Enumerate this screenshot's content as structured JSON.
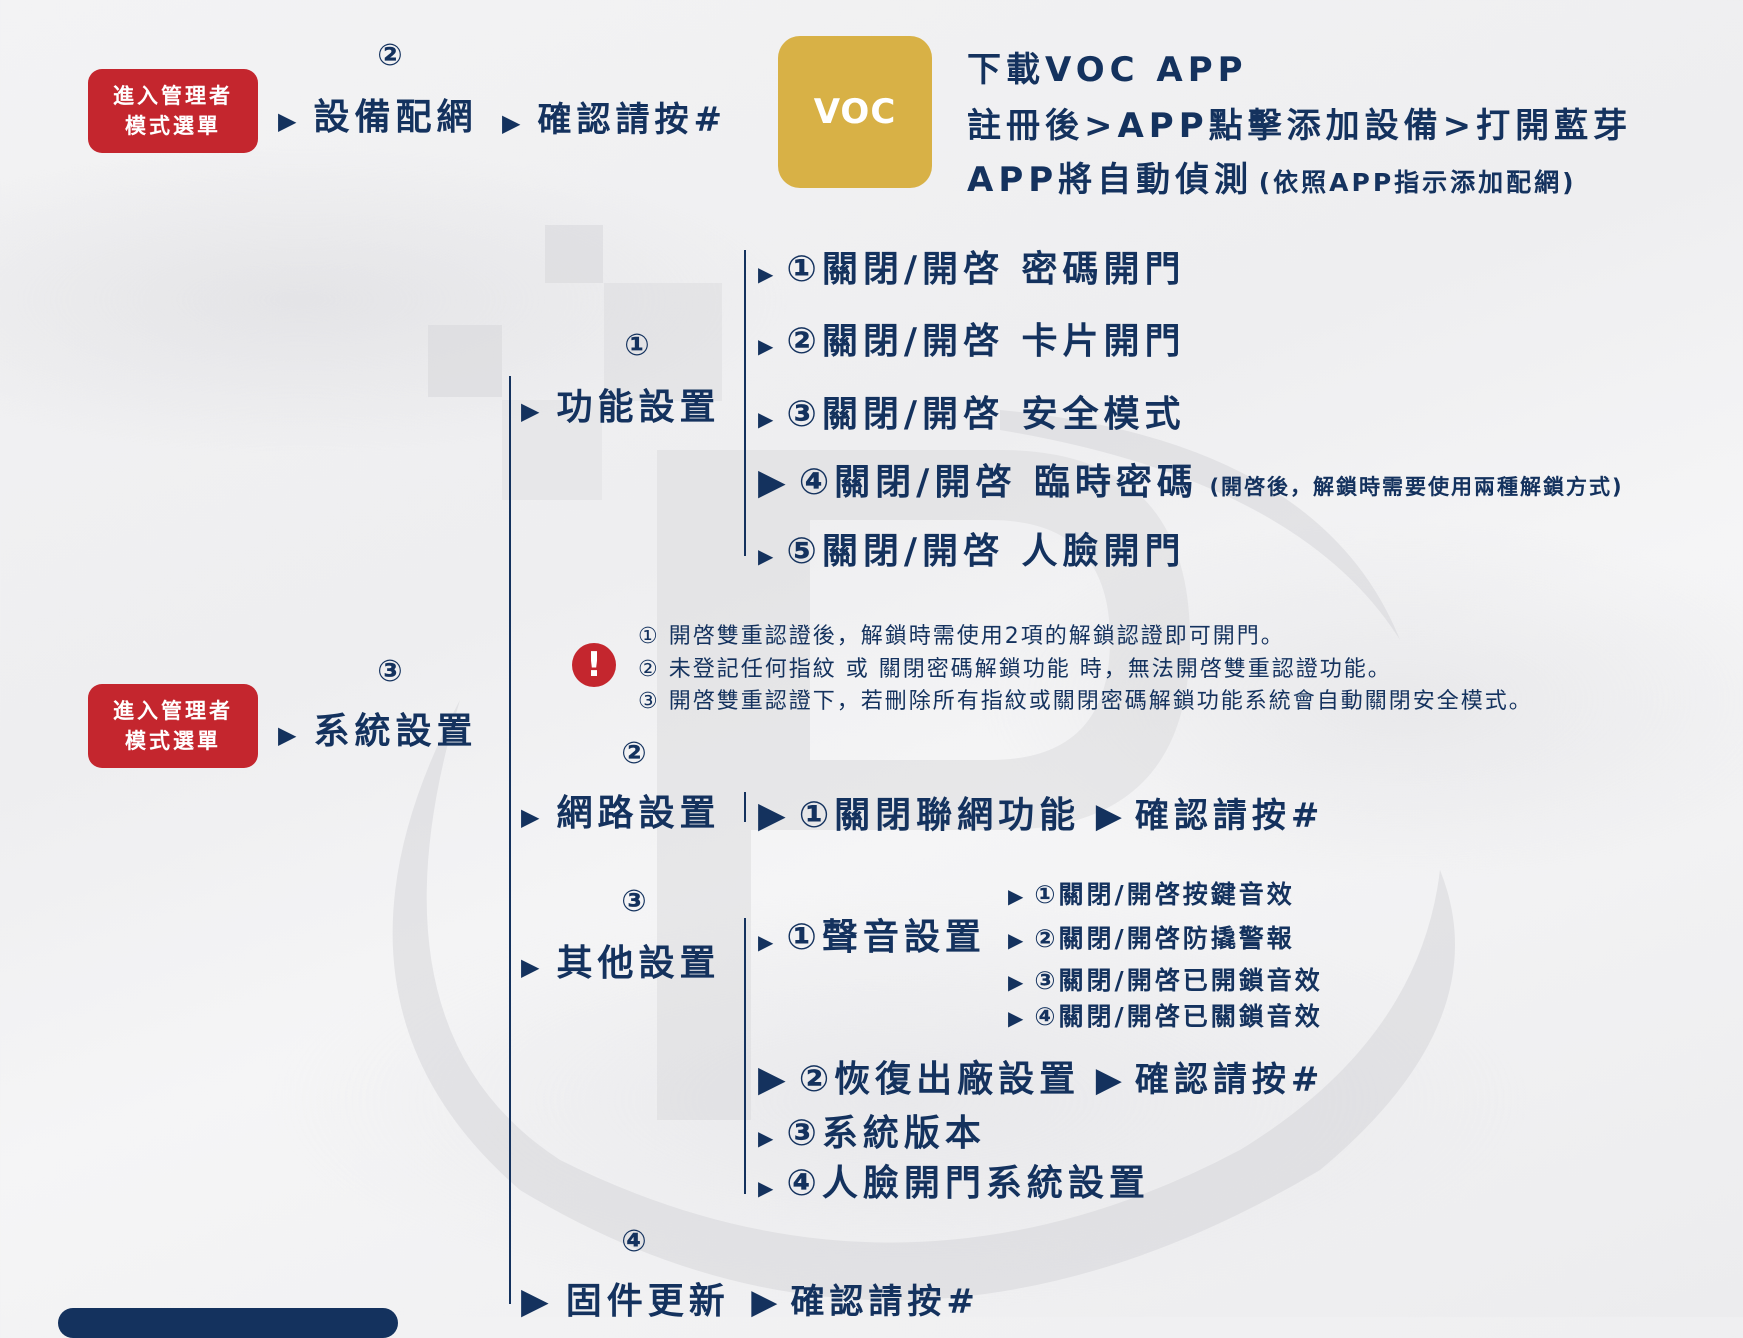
{
  "colors": {
    "navy": "#14325e",
    "red": "#c4262e",
    "gold": "#d8b146"
  },
  "top": {
    "badge": [
      "進入管理者",
      "模式選單"
    ],
    "step": "②",
    "item": "設備配網",
    "confirm": "確認請按#",
    "app_icon_text": "VOC",
    "lines": [
      "下載VOC APP",
      "註冊後>APP點擊添加設備>打開藍芽",
      "APP將自動偵測"
    ],
    "note": "(依照APP指示添加配網)"
  },
  "system": {
    "badge": [
      "進入管理者",
      "模式選單"
    ],
    "step": "③",
    "item": "系統設置"
  },
  "function_settings": {
    "step": "①",
    "label": "功能設置",
    "items": [
      {
        "label": "①關閉/開啓 密碼開門"
      },
      {
        "label": "②關閉/開啓 卡片開門"
      },
      {
        "label": "③關閉/開啓 安全模式"
      },
      {
        "label": "④關閉/開啓 臨時密碼",
        "note": "(開啓後，解鎖時需要使用兩種解鎖方式)"
      },
      {
        "label": "⑤關閉/開啓 人臉開門"
      }
    ]
  },
  "warnings": [
    "① 開啓雙重認證後，解鎖時需使用2項的解鎖認證即可開門。",
    "② 未登記任何指紋 或 關閉密碼解鎖功能 時，無法開啓雙重認證功能。",
    "③ 開啓雙重認證下，若刪除所有指紋或關閉密碼解鎖功能系統會自動關閉安全模式。"
  ],
  "network": {
    "step": "②",
    "label": "網路設置",
    "item": "①關閉聯網功能",
    "confirm": "確認請按#"
  },
  "other": {
    "step": "③",
    "label": "其他設置",
    "sound": "①聲音設置",
    "sound_items": [
      "①關閉/開啓按鍵音效",
      "②關閉/開啓防撬警報",
      "③關閉/開啓已開鎖音效",
      "④關閉/開啓已關鎖音效"
    ],
    "reset": "②恢復出廠設置",
    "reset_confirm": "確認請按#",
    "version": "③系統版本",
    "face": "④人臉開門系統設置"
  },
  "firmware": {
    "step": "④",
    "label": "固件更新",
    "confirm": "確認請按#"
  }
}
